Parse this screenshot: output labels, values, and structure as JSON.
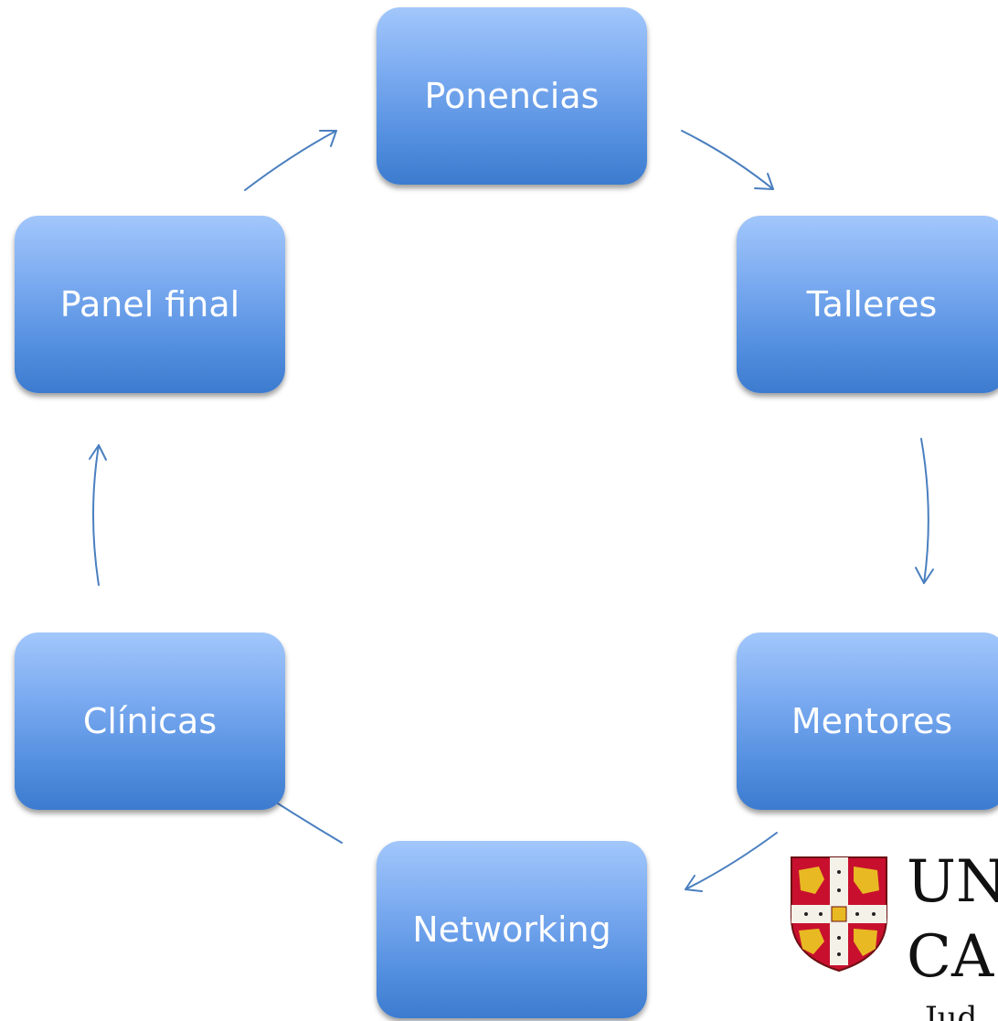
{
  "diagram": {
    "nodes": [
      {
        "id": "ponencias",
        "label": "Ponencias"
      },
      {
        "id": "talleres",
        "label": "Talleres"
      },
      {
        "id": "mentores",
        "label": "Mentores"
      },
      {
        "id": "networking",
        "label": "Networking"
      },
      {
        "id": "clinicas",
        "label": "Clínicas"
      },
      {
        "id": "panel_final",
        "label": "Panel final"
      }
    ],
    "edges": [
      {
        "from": "ponencias",
        "to": "talleres"
      },
      {
        "from": "talleres",
        "to": "mentores"
      },
      {
        "from": "mentores",
        "to": "networking"
      },
      {
        "from": "networking",
        "to": "clinicas"
      },
      {
        "from": "clinicas",
        "to": "panel_final"
      },
      {
        "from": "panel_final",
        "to": "ponencias"
      }
    ],
    "colors": {
      "box_top": "#a2c7fb",
      "box_bottom": "#3c7bcf",
      "arrow": "#4a7fbf",
      "text": "#ffffff"
    }
  },
  "logo": {
    "line1": "UN",
    "line2": "CA",
    "line3": "Jud"
  }
}
